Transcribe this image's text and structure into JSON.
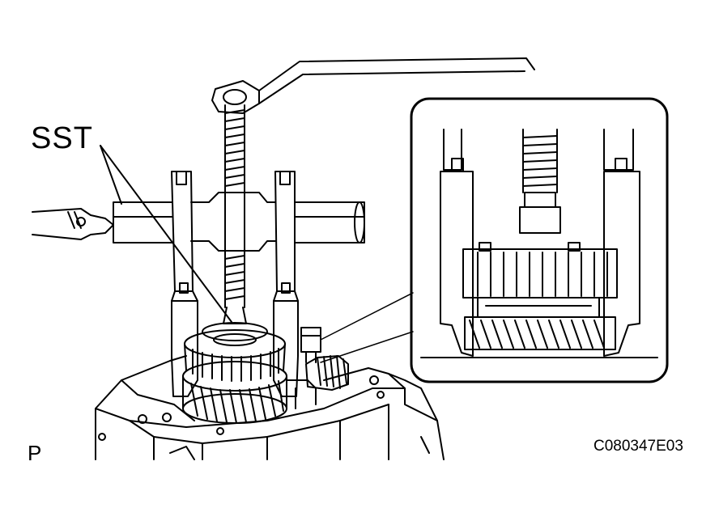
{
  "labels": {
    "tool": "SST",
    "view_marker": "P",
    "figure_code": "C080347E03"
  }
}
